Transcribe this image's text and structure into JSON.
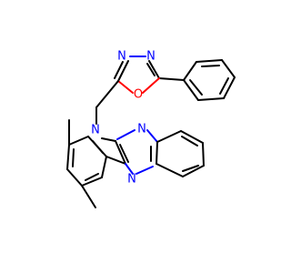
{
  "molecule": {
    "colors": {
      "bond": "#000000",
      "nitrogen": "#0000ff",
      "oxygen": "#ff0000",
      "background": "#ffffff"
    },
    "atom_labels": {
      "n_oxadiazole_left": "N",
      "n_oxadiazole_right": "N",
      "o_oxadiazole": "O",
      "n_indole": "N",
      "n_quinoxaline_top": "N",
      "n_quinoxaline_bottom": "N"
    }
  }
}
